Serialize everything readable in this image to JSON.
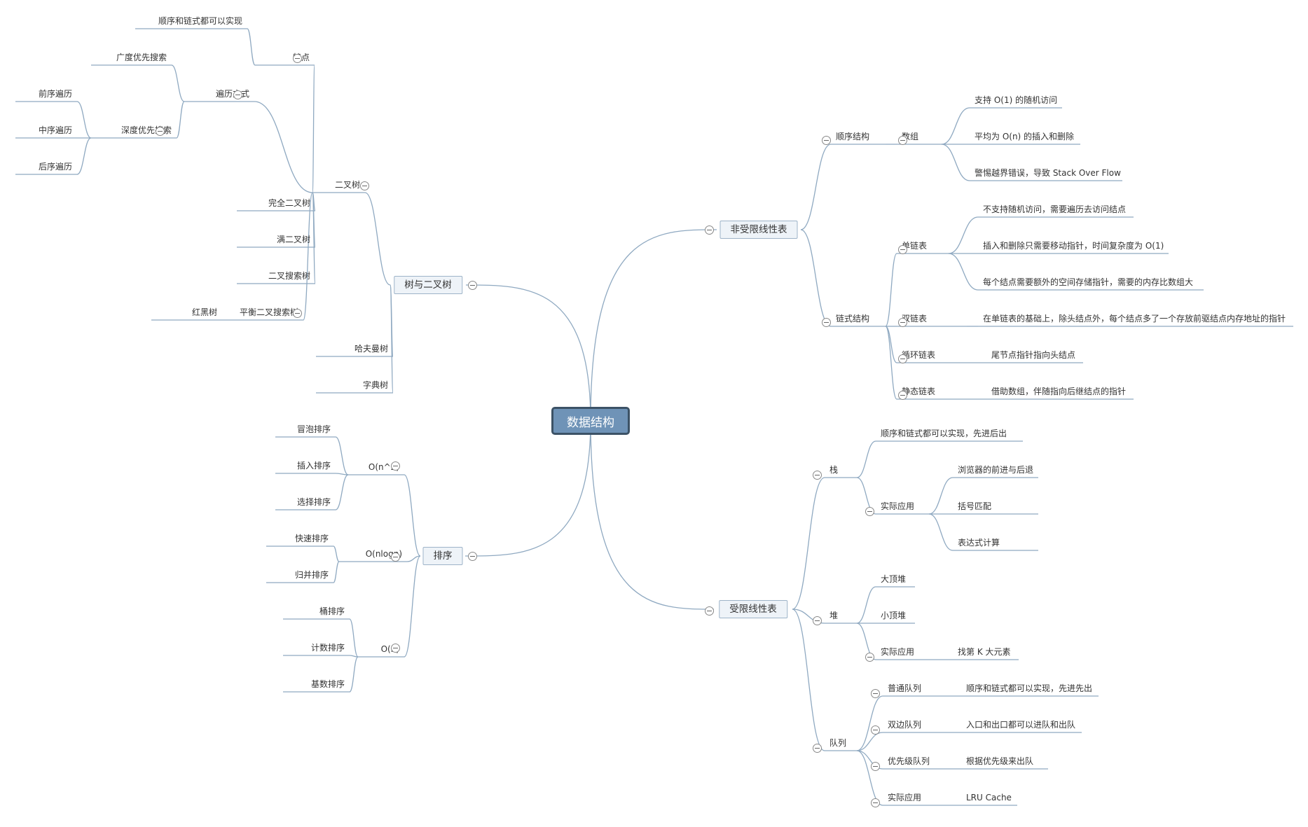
{
  "root": {
    "label": "数据结构",
    "children": [
      {
        "label": "树与二叉树",
        "children": [
          {
            "label": "二叉树",
            "children": [
              {
                "label": "特点",
                "children": [
                  {
                    "label": "顺序和链式都可以实现"
                  }
                ]
              },
              {
                "label": "遍历方式",
                "children": [
                  {
                    "label": "广度优先搜索"
                  },
                  {
                    "label": "深度优先搜索",
                    "children": [
                      {
                        "label": "前序遍历"
                      },
                      {
                        "label": "中序遍历"
                      },
                      {
                        "label": "后序遍历"
                      }
                    ]
                  }
                ]
              },
              {
                "label": "完全二叉树"
              },
              {
                "label": "满二叉树"
              },
              {
                "label": "二叉搜索树"
              },
              {
                "label": "平衡二叉搜索树",
                "children": [
                  {
                    "label": "红黑树"
                  }
                ]
              }
            ]
          },
          {
            "label": "哈夫曼树"
          },
          {
            "label": "字典树"
          }
        ]
      },
      {
        "label": "排序",
        "children": [
          {
            "label": "O(n^2)",
            "children": [
              {
                "label": "冒泡排序"
              },
              {
                "label": "插入排序"
              },
              {
                "label": "选择排序"
              }
            ]
          },
          {
            "label": "O(nlogn)",
            "children": [
              {
                "label": "快速排序"
              },
              {
                "label": "归并排序"
              }
            ]
          },
          {
            "label": "O(n)",
            "children": [
              {
                "label": "桶排序"
              },
              {
                "label": "计数排序"
              },
              {
                "label": "基数排序"
              }
            ]
          }
        ]
      },
      {
        "label": "非受限线性表",
        "children": [
          {
            "label": "顺序结构",
            "children": [
              {
                "label": "数组",
                "children": [
                  {
                    "label": "支持 O(1) 的随机访问"
                  },
                  {
                    "label": "平均为 O(n) 的插入和删除"
                  },
                  {
                    "label": "警惕越界错误，导致 Stack Over Flow"
                  }
                ]
              }
            ]
          },
          {
            "label": "链式结构",
            "children": [
              {
                "label": "单链表",
                "children": [
                  {
                    "label": "不支持随机访问，需要遍历去访问结点"
                  },
                  {
                    "label": "插入和删除只需要移动指针，时间复杂度为 O(1)"
                  },
                  {
                    "label": "每个结点需要额外的空间存储指针，需要的内存比数组大"
                  }
                ]
              },
              {
                "label": "双链表",
                "children": [
                  {
                    "label": "在单链表的基础上，除头结点外，每个结点多了一个存放前驱结点内存地址的指针"
                  }
                ]
              },
              {
                "label": "循环链表",
                "children": [
                  {
                    "label": "尾节点指针指向头结点"
                  }
                ]
              },
              {
                "label": "静态链表",
                "children": [
                  {
                    "label": "借助数组，伴随指向后继结点的指针"
                  }
                ]
              }
            ]
          }
        ]
      },
      {
        "label": "受限线性表",
        "children": [
          {
            "label": "栈",
            "children": [
              {
                "label": "顺序和链式都可以实现，先进后出"
              },
              {
                "label": "实际应用",
                "children": [
                  {
                    "label": "浏览器的前进与后退"
                  },
                  {
                    "label": "括号匹配"
                  },
                  {
                    "label": "表达式计算"
                  }
                ]
              }
            ]
          },
          {
            "label": "堆",
            "children": [
              {
                "label": "大顶堆"
              },
              {
                "label": "小顶堆"
              },
              {
                "label": "实际应用",
                "children": [
                  {
                    "label": "找第 K 大元素"
                  }
                ]
              }
            ]
          },
          {
            "label": "队列",
            "children": [
              {
                "label": "普通队列",
                "children": [
                  {
                    "label": "顺序和链式都可以实现，先进先出"
                  }
                ]
              },
              {
                "label": "双边队列",
                "children": [
                  {
                    "label": "入口和出口都可以进队和出队"
                  }
                ]
              },
              {
                "label": "优先级队列",
                "children": [
                  {
                    "label": "根据优先级来出队"
                  }
                ]
              },
              {
                "label": "实际应用",
                "children": [
                  {
                    "label": "LRU Cache"
                  }
                ]
              }
            ]
          }
        ]
      }
    ]
  }
}
